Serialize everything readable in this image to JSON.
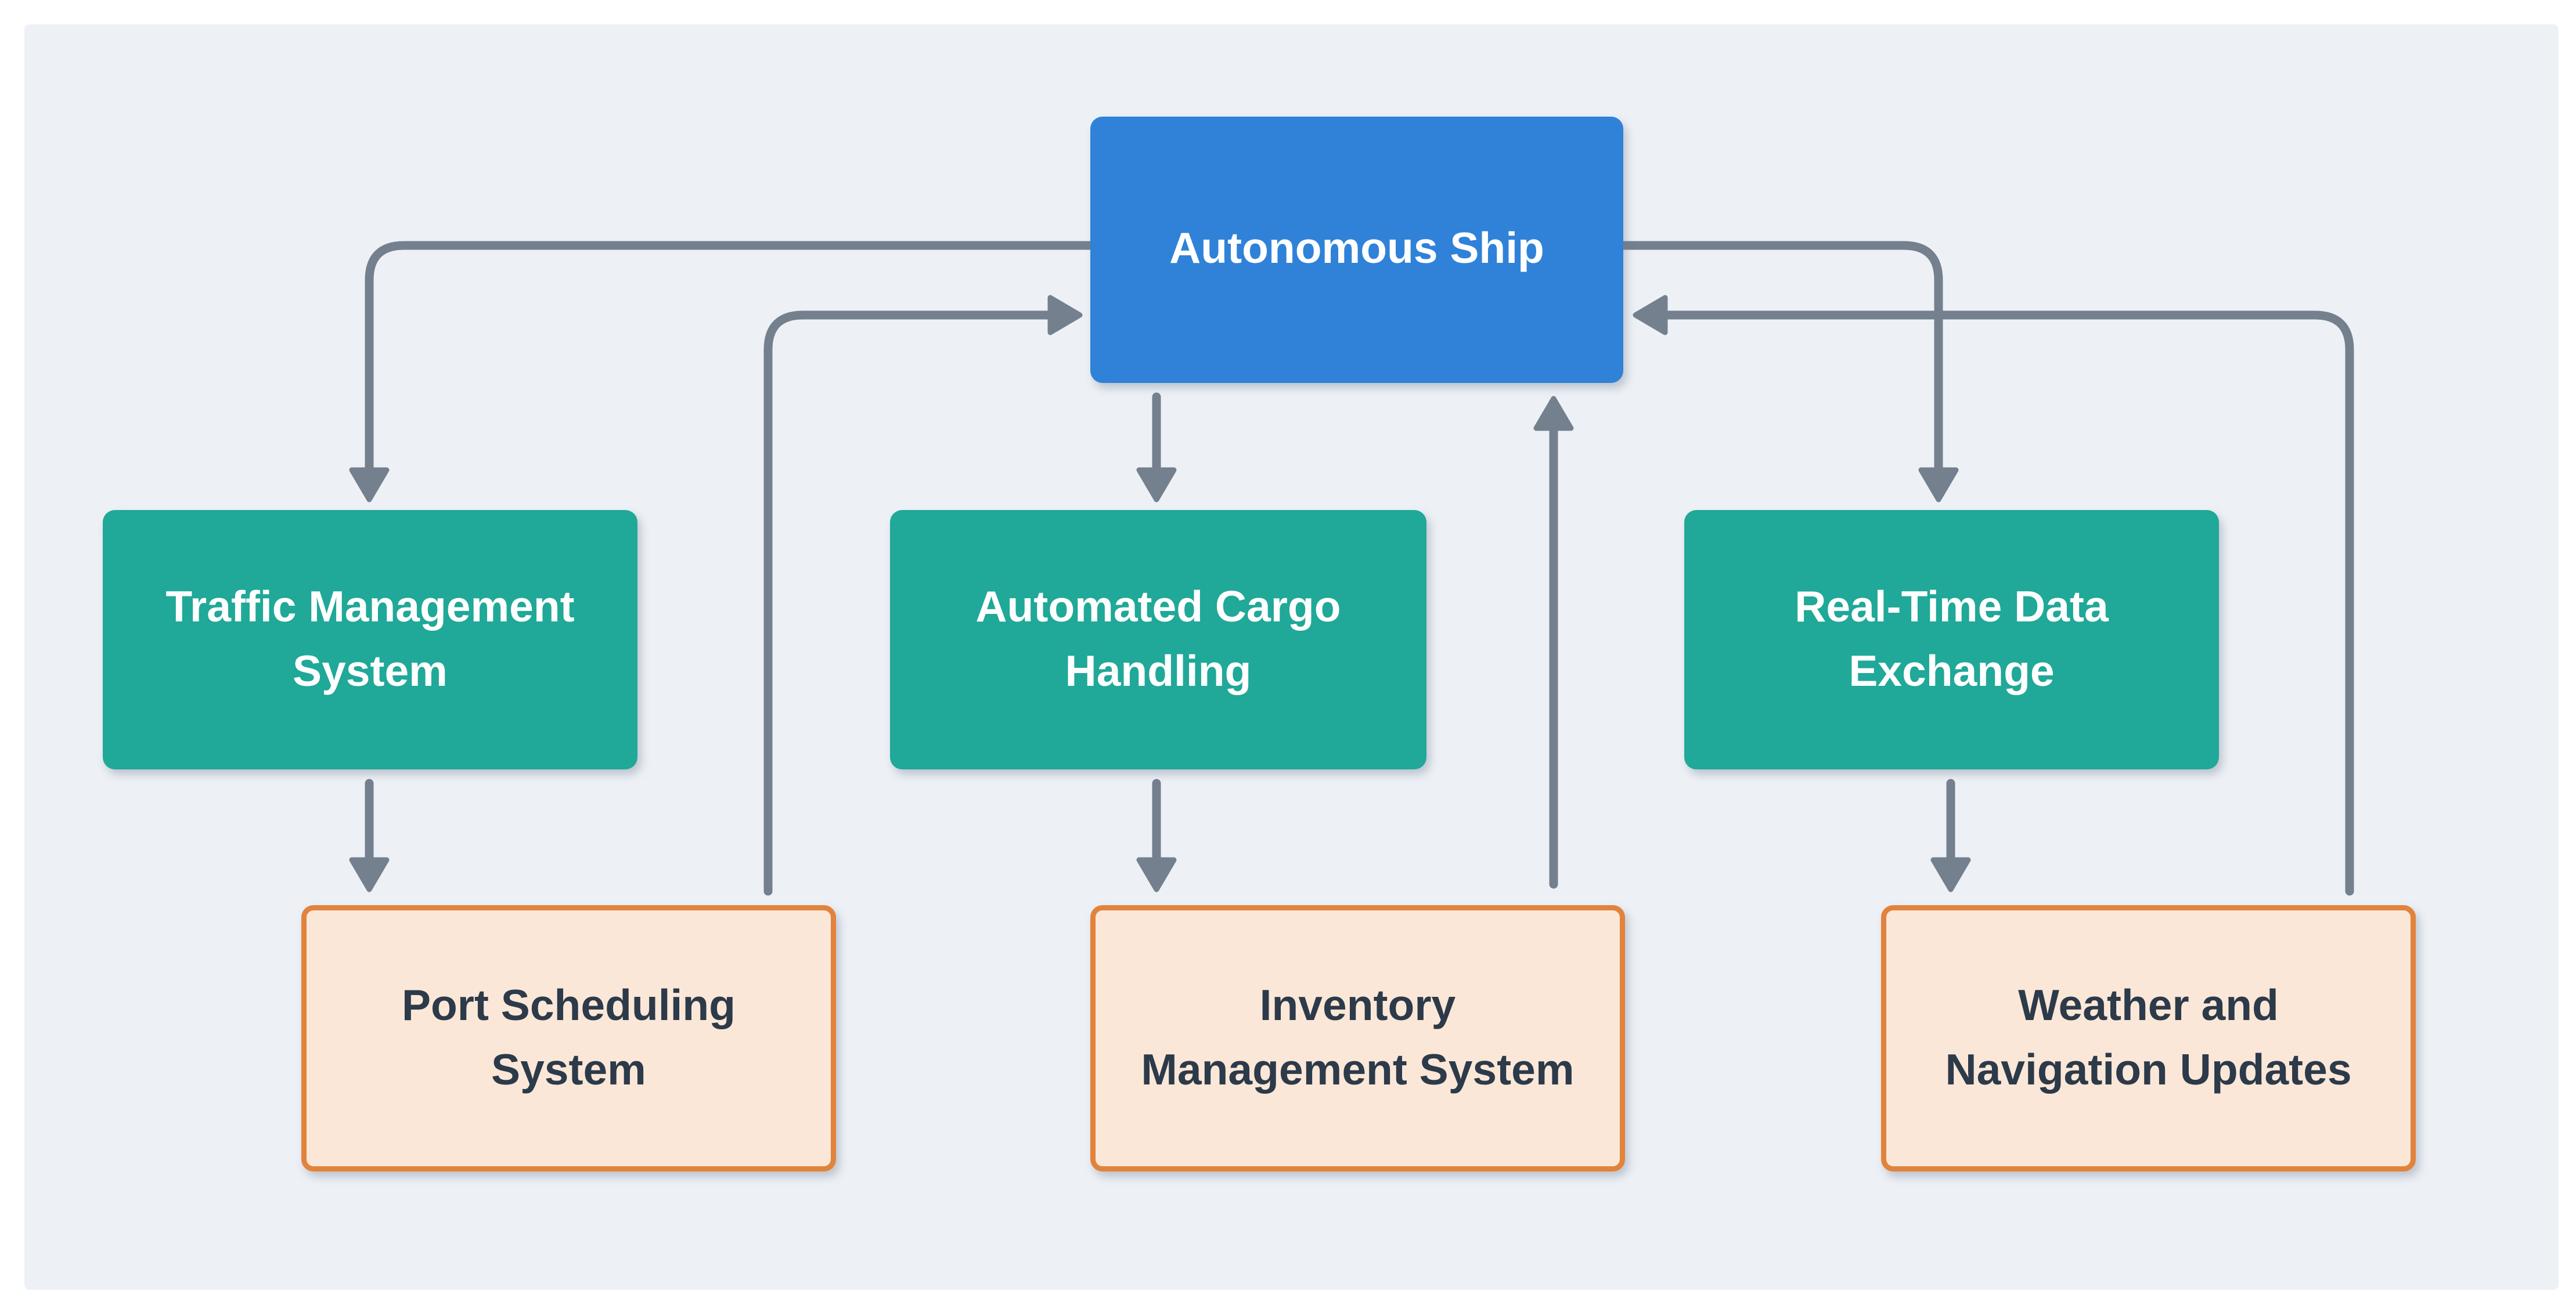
{
  "diagram": {
    "type": "flowchart",
    "colors": {
      "page_background": "#ffffff",
      "panel_background": "#edf1f6",
      "primary_node_fill": "#2f82d8",
      "secondary_node_fill": "#20a898",
      "tertiary_node_fill": "#fbe7d8",
      "tertiary_node_border": "#e2833c",
      "node_text_light": "#ffffff",
      "node_text_dark": "#2c3a49",
      "edge_color": "#74808e"
    },
    "nodes": {
      "ship": {
        "label": "Autonomous Ship"
      },
      "traffic": {
        "label": "Traffic Management\nSystem"
      },
      "cargo": {
        "label": "Automated Cargo\nHandling"
      },
      "realtime": {
        "label": "Real-Time Data\nExchange"
      },
      "port": {
        "label": "Port Scheduling\nSystem"
      },
      "inventory": {
        "label": "Inventory\nManagement System"
      },
      "weather": {
        "label": "Weather and\nNavigation Updates"
      }
    },
    "edges": [
      {
        "from": "Autonomous Ship",
        "to": "Traffic Management System"
      },
      {
        "from": "Autonomous Ship",
        "to": "Automated Cargo Handling"
      },
      {
        "from": "Autonomous Ship",
        "to": "Real-Time Data Exchange"
      },
      {
        "from": "Traffic Management System",
        "to": "Port Scheduling System"
      },
      {
        "from": "Automated Cargo Handling",
        "to": "Inventory Management System"
      },
      {
        "from": "Real-Time Data Exchange",
        "to": "Weather and Navigation Updates"
      },
      {
        "from": "Port Scheduling System",
        "to": "Autonomous Ship"
      },
      {
        "from": "Inventory Management System",
        "to": "Autonomous Ship"
      },
      {
        "from": "Weather and Navigation Updates",
        "to": "Autonomous Ship"
      }
    ]
  }
}
